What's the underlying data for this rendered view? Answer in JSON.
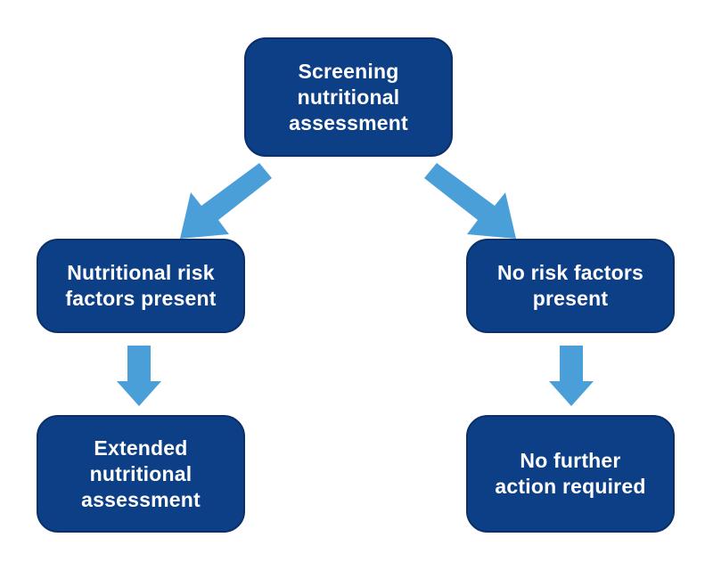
{
  "colors": {
    "box_fill": "#0d3f87",
    "box_text": "#ffffff",
    "arrow": "#4a9fd8",
    "background": "#ffffff"
  },
  "nodes": {
    "screening": "Screening\nnutritional\nassessment",
    "risk_present": "Nutritional risk\nfactors present",
    "no_risk": "No risk factors\npresent",
    "extended": "Extended\nnutritional\nassessment",
    "no_action": "No further\naction required"
  }
}
